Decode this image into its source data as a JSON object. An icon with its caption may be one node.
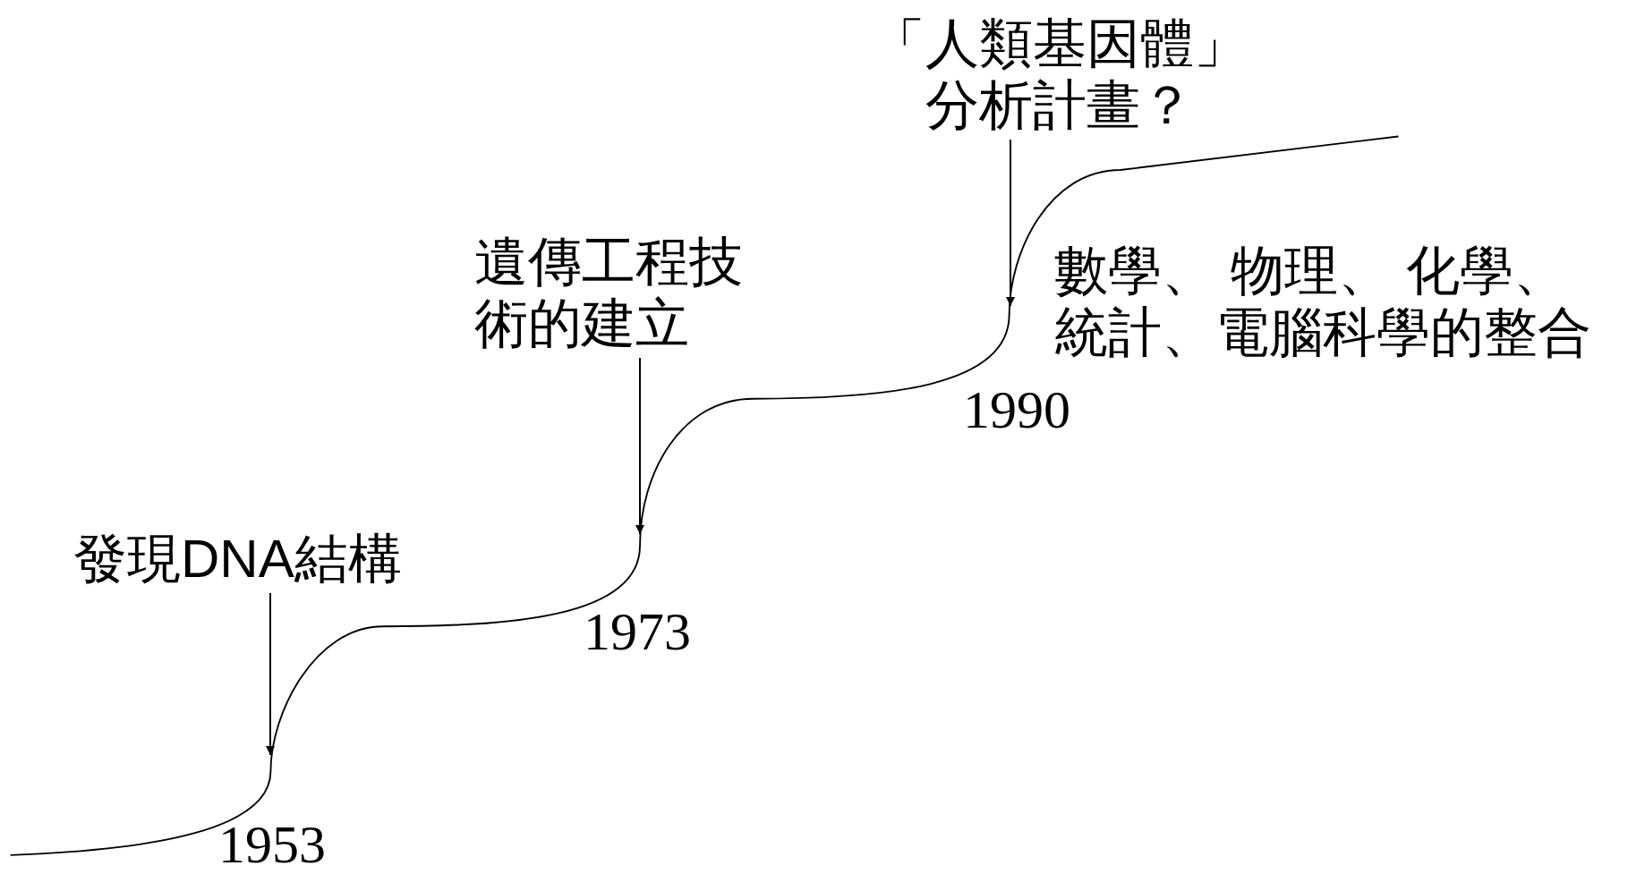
{
  "diagram": {
    "nodes": [
      {
        "text": [
          "「人類基因體」分析計畫？"
        ]
      },
      {
        "text": [
          "遺傳工程技術的建立"
        ]
      },
      {
        "text": [
          "發現DNA結構"
        ]
      }
    ],
    "edges": [
      {
        "from": 0,
        "to": null,
        "arrow": "to"
      },
      {
        "from": 1,
        "to": null,
        "arrow": "to"
      },
      {
        "from": 2,
        "to": null,
        "arrow": "to"
      }
    ],
    "labels": [
      "數學、 物理、 化學、統計、電腦科學的整合",
      "1990",
      "1973",
      "1953"
    ]
  }
}
